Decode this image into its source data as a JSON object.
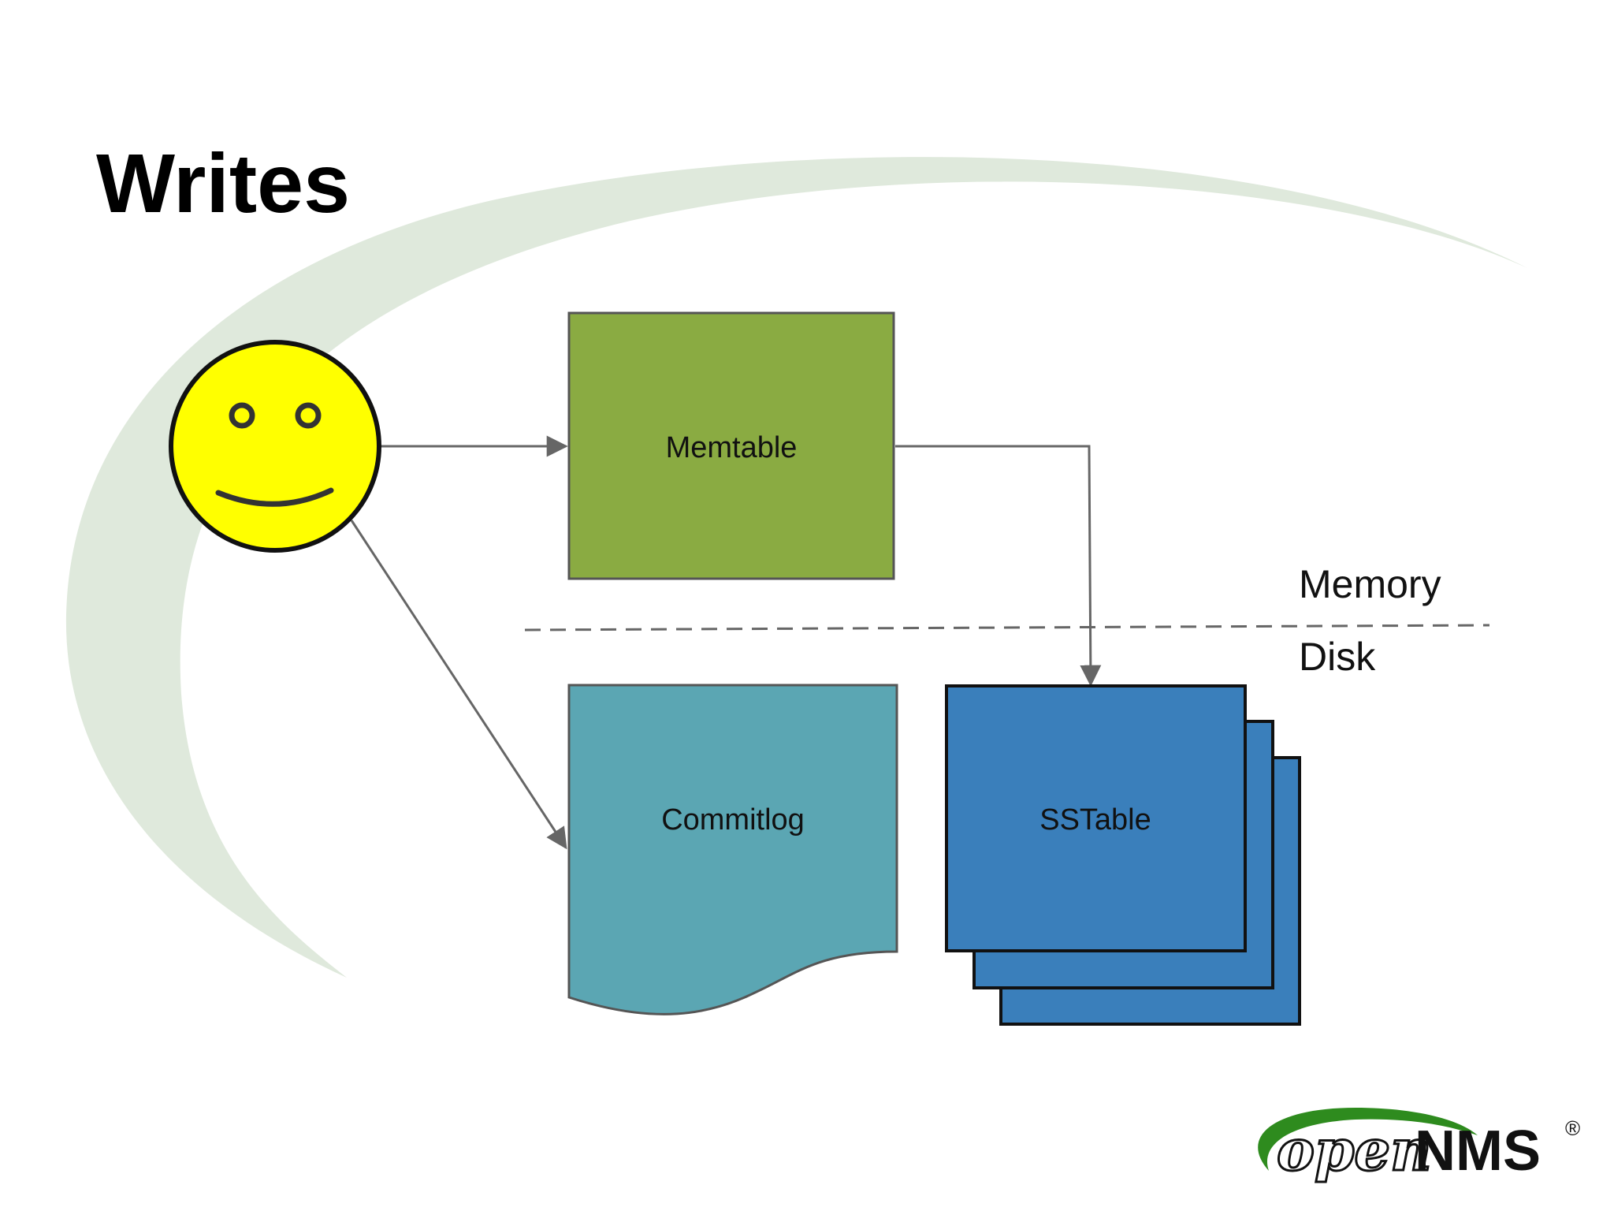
{
  "slide": {
    "title": "Writes"
  },
  "diagram": {
    "nodes": {
      "client": {
        "icon": "smiley-face-icon"
      },
      "memtable": {
        "label": "Memtable"
      },
      "commitlog": {
        "label": "Commitlog"
      },
      "sstable": {
        "label": "SSTable"
      }
    },
    "regions": {
      "memory": "Memory",
      "disk": "Disk"
    },
    "edges": [
      {
        "from": "client",
        "to": "memtable"
      },
      {
        "from": "client",
        "to": "commitlog"
      },
      {
        "from": "memtable",
        "to": "sstable"
      }
    ]
  },
  "branding": {
    "logo_word_open": "open",
    "logo_word_nms": "NMS",
    "logo_registered": "®"
  },
  "colors": {
    "swoosh": "#dfe9dc",
    "memtable_fill": "#8aab42",
    "commitlog_fill": "#5ba6b3",
    "sstable_fill": "#3a7fbb",
    "smiley_fill": "#ffff00",
    "connector": "#666666",
    "logo_green": "#2e8b1e"
  }
}
